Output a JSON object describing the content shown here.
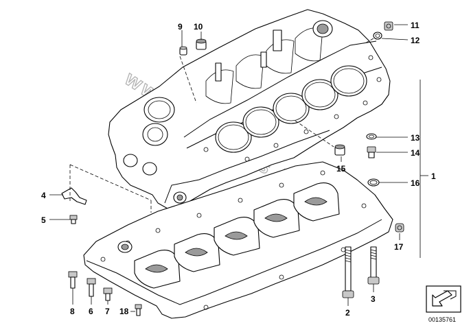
{
  "diagram": {
    "callouts": {
      "p1": "1",
      "p2": "2",
      "p3": "3",
      "p4": "4",
      "p5": "5",
      "p6": "6",
      "p7": "7",
      "p8": "8",
      "p9": "9",
      "p10": "10",
      "p11": "11",
      "p12": "12",
      "p13": "13",
      "p14": "14",
      "p15": "15",
      "p16": "16",
      "p17": "17",
      "p18": "18"
    },
    "watermark": "www.bmwfans.info",
    "reference_number": "00135761"
  }
}
